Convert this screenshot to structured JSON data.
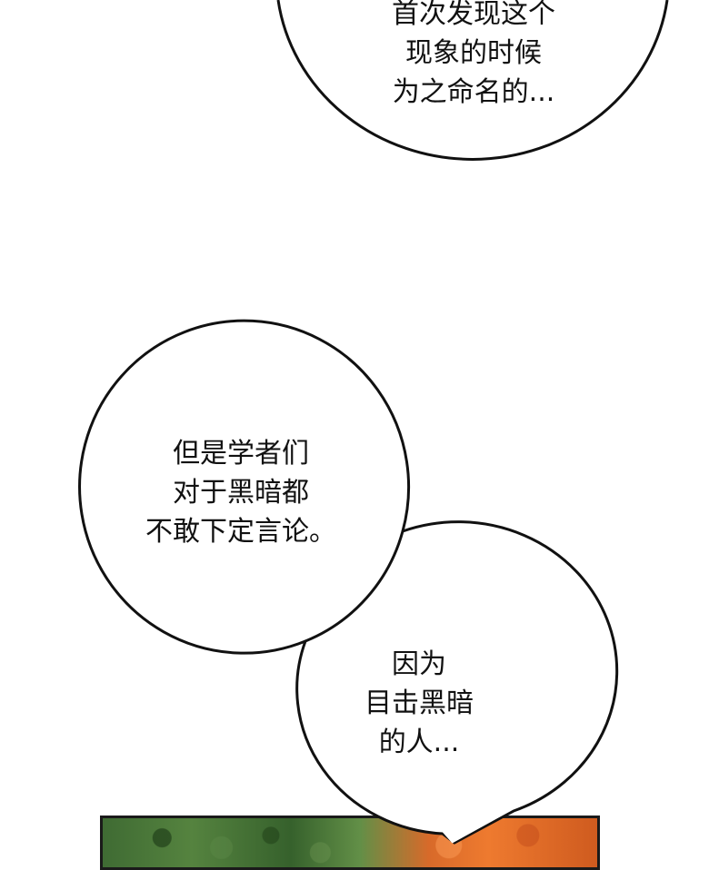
{
  "bubbles": {
    "top": {
      "lines": [
        "首次发现这个",
        "现象的时候",
        "为之命名的..."
      ]
    },
    "middle": {
      "lines": [
        "但是学者们",
        "对于黑暗都",
        "不敢下定言论。"
      ]
    },
    "bottom": {
      "lines": [
        "因为",
        "目击黑暗",
        "的人..."
      ]
    }
  }
}
